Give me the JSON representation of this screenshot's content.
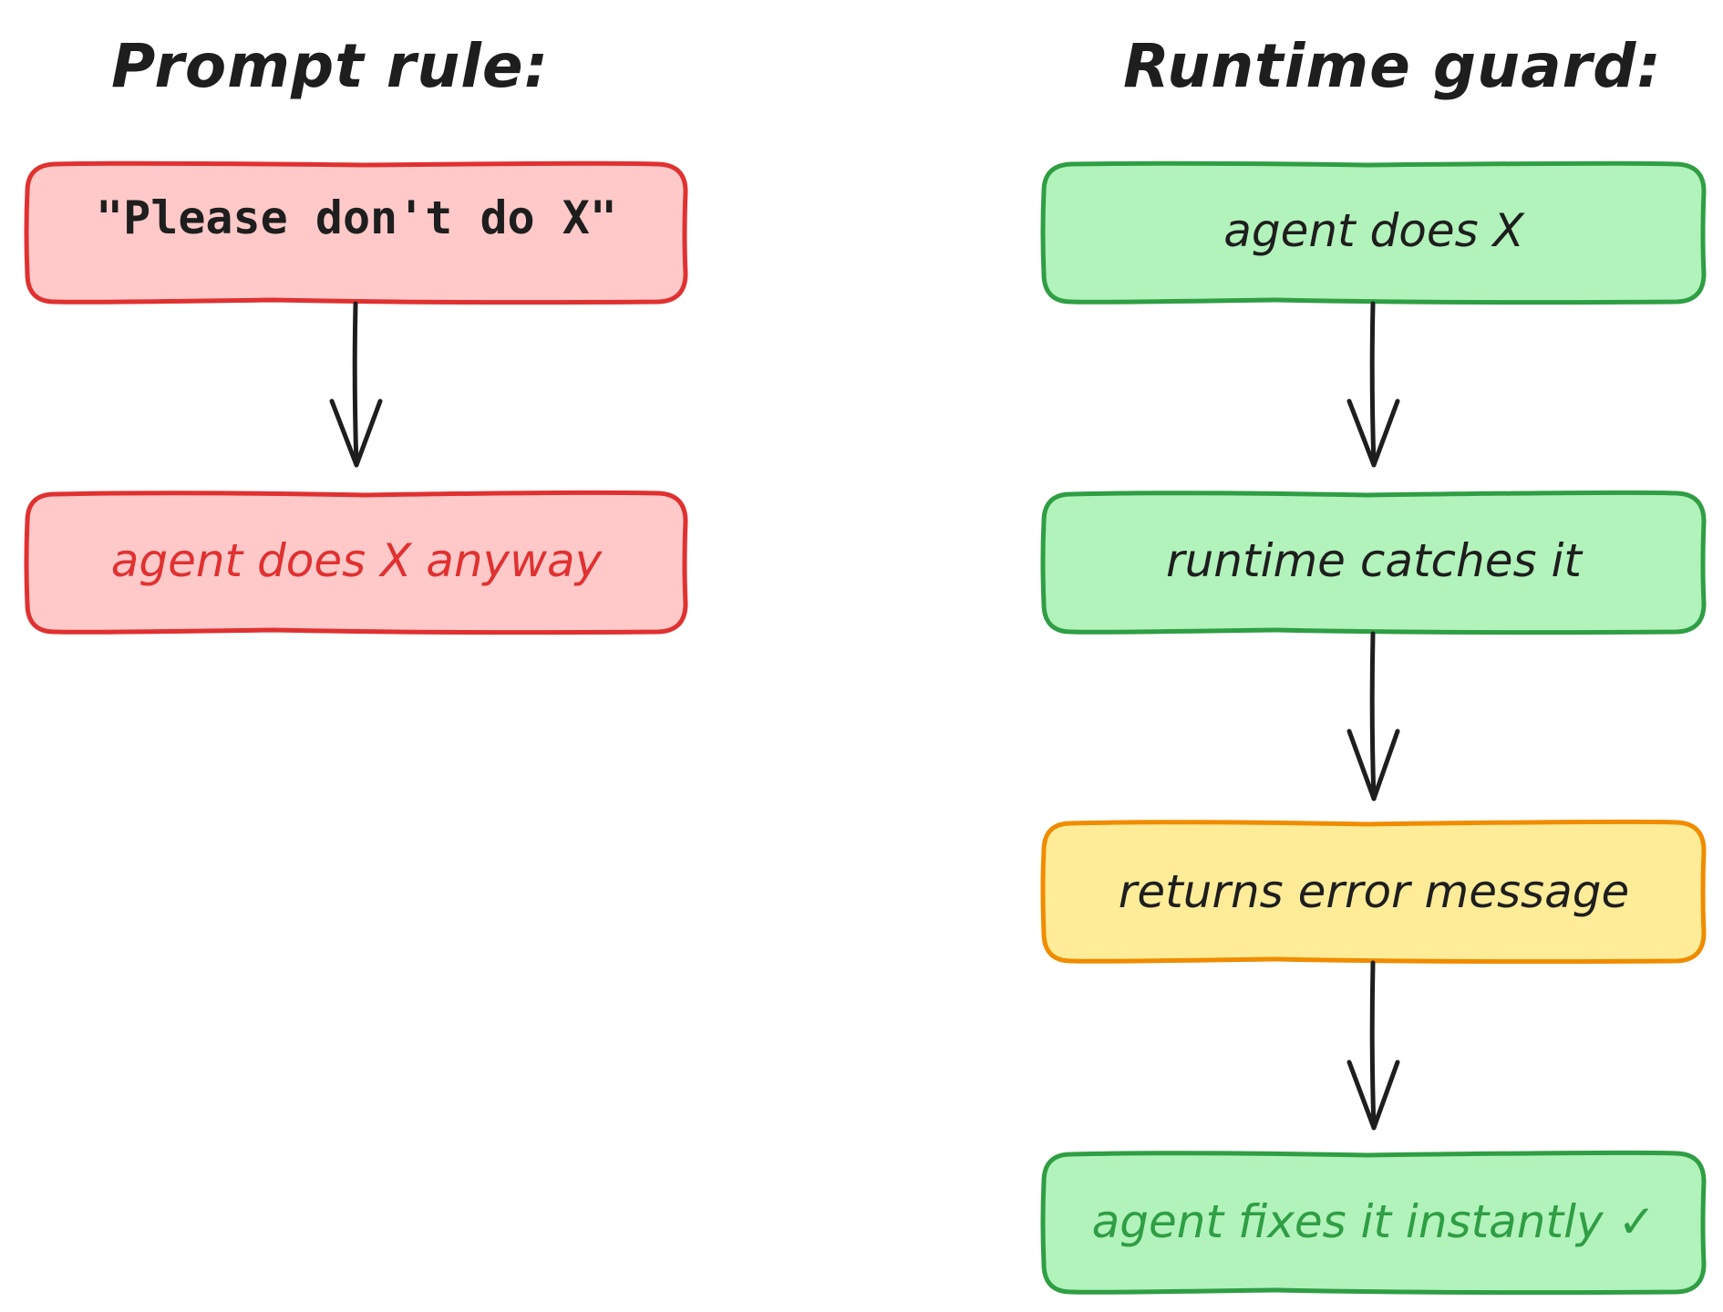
{
  "left_column": {
    "title": "Prompt rule:",
    "boxes": [
      {
        "label": "\"Please don't do X\"",
        "fill": "#ffc9c9",
        "stroke": "#e03131",
        "text_color": "#1e1e1e"
      },
      {
        "label": "agent does X anyway",
        "fill": "#ffc9c9",
        "stroke": "#e03131",
        "text_color": "#e03131"
      }
    ]
  },
  "right_column": {
    "title": "Runtime guard:",
    "boxes": [
      {
        "label": "agent does X",
        "fill": "#b2f2bb",
        "stroke": "#2f9e44",
        "text_color": "#1e1e1e"
      },
      {
        "label": "runtime catches it",
        "fill": "#b2f2bb",
        "stroke": "#2f9e44",
        "text_color": "#1e1e1e"
      },
      {
        "label": "returns error message",
        "fill": "#ffec99",
        "stroke": "#f08c00",
        "text_color": "#1e1e1e"
      },
      {
        "label": "agent fixes it instantly ✓",
        "fill": "#b2f2bb",
        "stroke": "#2f9e44",
        "text_color": "#2f9e44"
      }
    ]
  },
  "colors": {
    "arrow": "#1e1e1e",
    "title": "#1e1e1e"
  }
}
